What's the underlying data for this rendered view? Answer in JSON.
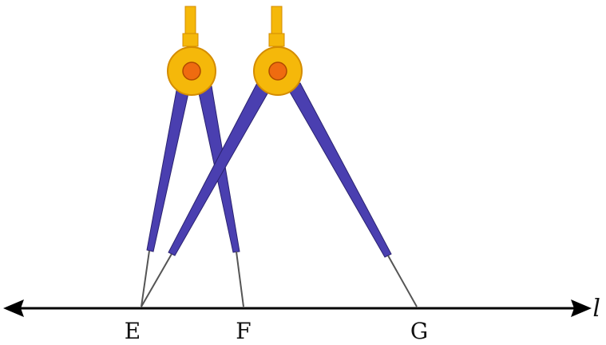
{
  "diagram": {
    "line_label": "l",
    "points": [
      {
        "id": "E",
        "label": "E"
      },
      {
        "id": "F",
        "label": "F"
      },
      {
        "id": "G",
        "label": "G"
      }
    ],
    "compasses": [
      {
        "name": "compass-left",
        "measures": "EF"
      },
      {
        "name": "compass-right",
        "measures": "EG"
      }
    ],
    "colors": {
      "leg": "#4a3fb0",
      "leg_outline": "#2a2270",
      "hinge": "#f5b80a",
      "hinge_outline": "#d48c00",
      "pivot": "#ef6b10",
      "needle": "#555555",
      "line": "#000000"
    }
  }
}
